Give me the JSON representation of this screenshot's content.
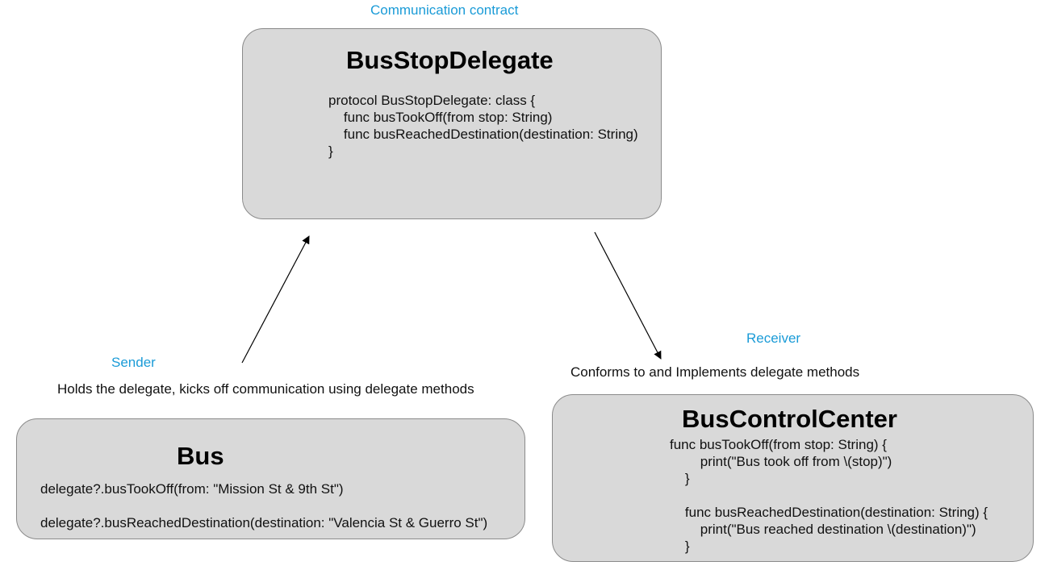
{
  "protocol": {
    "caption": "Communication contract",
    "title": "BusStopDelegate",
    "code": "protocol BusStopDelegate: class {\n    func busTookOff(from stop: String)\n    func busReachedDestination(destination: String)\n}"
  },
  "sender": {
    "caption": "Sender",
    "description": "Holds the delegate, kicks off communication using delegate methods",
    "title": "Bus",
    "line1": "delegate?.busTookOff(from: \"Mission St & 9th St\")",
    "line2": "delegate?.busReachedDestination(destination: \"Valencia St & Guerro St\")"
  },
  "receiver": {
    "caption": "Receiver",
    "description": "Conforms to and Implements delegate methods",
    "title": "BusControlCenter",
    "code": "func busTookOff(from stop: String) {\n        print(\"Bus took off from \\(stop)\")\n    }\n\n    func busReachedDestination(destination: String) {\n        print(\"Bus reached destination \\(destination)\")\n    }"
  },
  "colors": {
    "caption": "#1a9bd7",
    "box_fill": "#d9d9d9",
    "box_border": "#8a8a8a"
  }
}
